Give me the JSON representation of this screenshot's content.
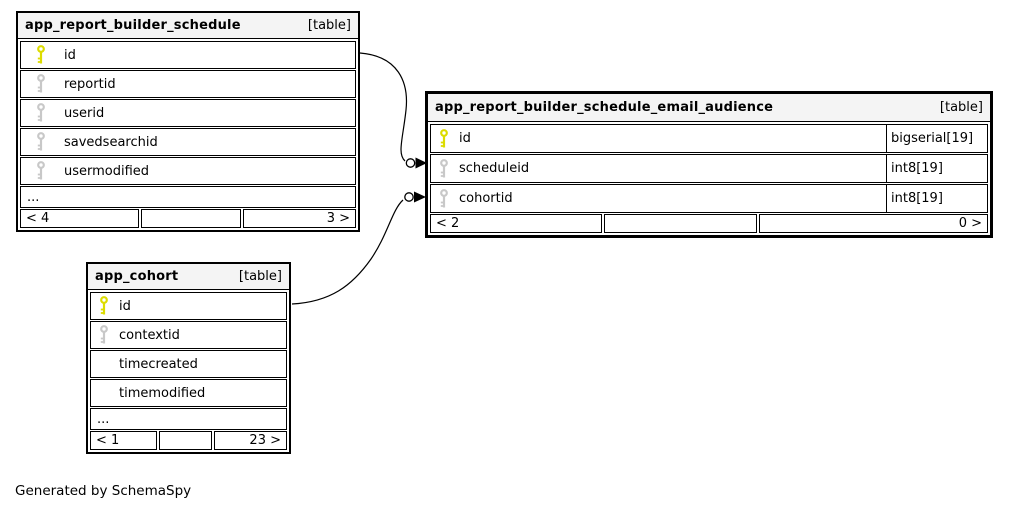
{
  "note": "Generated by SchemaSpy",
  "colors": {
    "primary_key": "#dcdc00",
    "foreign_key": "#c8c8c8",
    "header_bg": "#f4f4f4",
    "border": "#000000"
  },
  "tables": [
    {
      "name": "app_report_builder_schedule",
      "badge": "[table]",
      "columns": [
        {
          "name": "id",
          "key": "primary"
        },
        {
          "name": "reportid",
          "key": "foreign"
        },
        {
          "name": "userid",
          "key": "foreign"
        },
        {
          "name": "savedsearchid",
          "key": "foreign"
        },
        {
          "name": "usermodified",
          "key": "foreign"
        }
      ],
      "ellipsis": "...",
      "footer": {
        "parents": "< 4",
        "children": "3 >"
      }
    },
    {
      "name": "app_report_builder_schedule_email_audience",
      "badge": "[table]",
      "columns": [
        {
          "name": "id",
          "type": "bigserial[19]",
          "key": "primary"
        },
        {
          "name": "scheduleid",
          "type": "int8[19]",
          "key": "foreign"
        },
        {
          "name": "cohortid",
          "type": "int8[19]",
          "key": "foreign"
        }
      ],
      "footer": {
        "parents": "< 2",
        "children": "0 >"
      }
    },
    {
      "name": "app_cohort",
      "badge": "[table]",
      "columns": [
        {
          "name": "id",
          "key": "primary"
        },
        {
          "name": "contextid",
          "key": "foreign"
        },
        {
          "name": "timecreated",
          "key": "none"
        },
        {
          "name": "timemodified",
          "key": "none"
        }
      ],
      "ellipsis": "...",
      "footer": {
        "parents": "< 1",
        "children": "23 >"
      }
    }
  ],
  "relationships": [
    {
      "from": "app_report_builder_schedule.id",
      "to": "app_report_builder_schedule_email_audience.scheduleid"
    },
    {
      "from": "app_cohort.id",
      "to": "app_report_builder_schedule_email_audience.cohortid"
    }
  ]
}
